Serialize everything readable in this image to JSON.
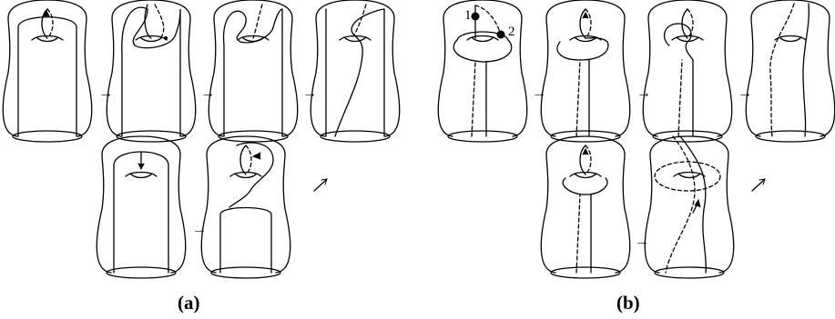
{
  "captions": {
    "a": "(a)",
    "b": "(b)"
  },
  "markers": {
    "one": "1",
    "two": "2"
  },
  "colors": {
    "ink": "#000000",
    "background": "#ffffff"
  }
}
